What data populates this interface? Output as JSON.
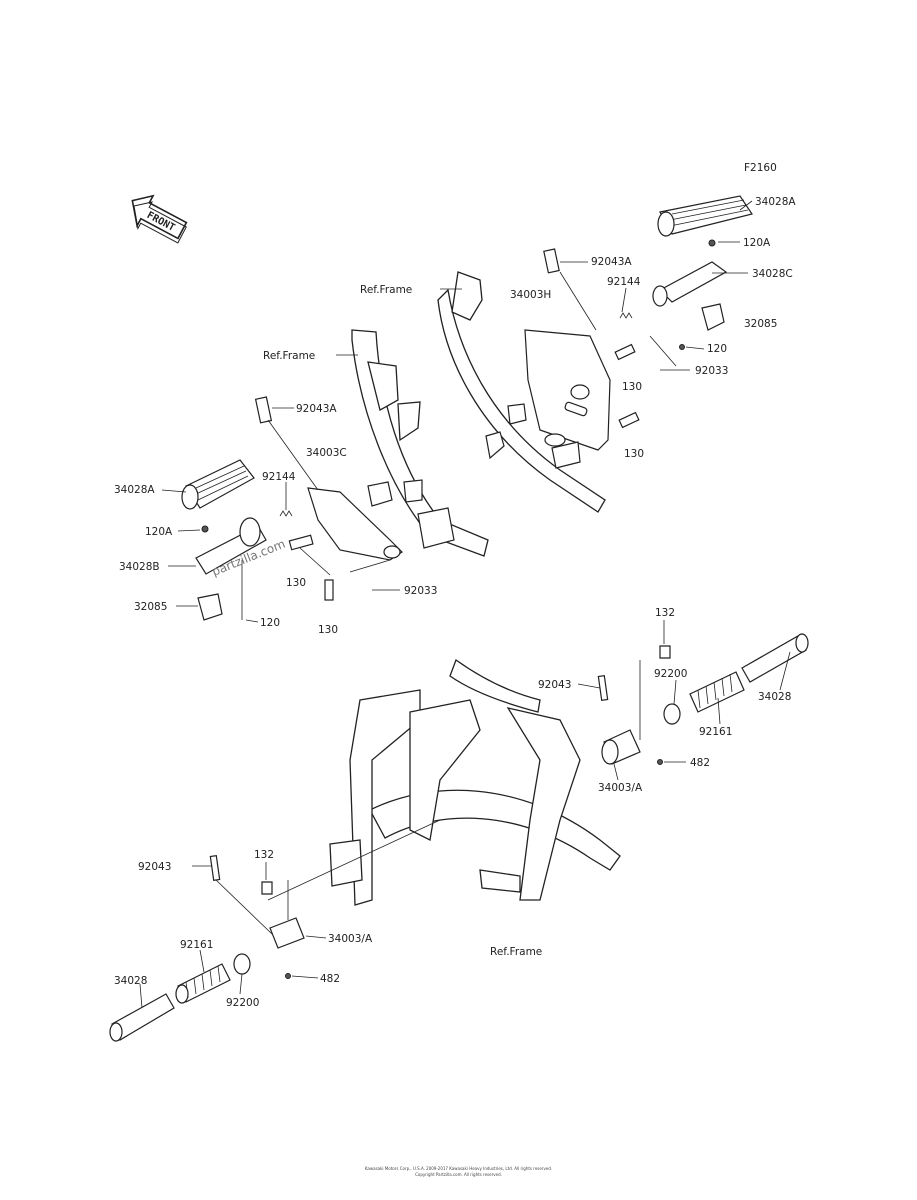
{
  "figure_code": "F2160",
  "front_badge": "FRONT",
  "watermark": "partzilla.com",
  "ref_labels": [
    "Ref.Frame",
    "Ref.Frame",
    "Ref.Frame"
  ],
  "part_labels": {
    "p34028A_r": "34028A",
    "p120A_r": "120A",
    "p34028C_r": "34028C",
    "p32085_r": "32085",
    "p120_r": "120",
    "p92033_r": "92033",
    "p130_r1": "130",
    "p130_r2": "130",
    "p92043A_r": "92043A",
    "p92144_r": "92144",
    "p34003H_r": "34003H",
    "p92043A_l": "92043A",
    "p34003C_l": "34003C",
    "p92144_l": "92144",
    "p34028A_l": "34028A",
    "p120A_l": "120A",
    "p34028B_l": "34028B",
    "p32085_l": "32085",
    "p120_l": "120",
    "p130_l1": "130",
    "p92033_l": "92033",
    "p130_l2": "130",
    "p132_rp": "132",
    "p92200_rp": "92200",
    "p92043_rp": "92043",
    "p34028_rp": "34028",
    "p92161_rp": "92161",
    "p482_rp": "482",
    "p34003A_rp": "34003/A",
    "p92043_lp": "92043",
    "p132_lp": "132",
    "p34003A_lp": "34003/A",
    "p92161_lp": "92161",
    "p482_lp": "482",
    "p34028_lp": "34028",
    "p92200_lp": "92200"
  },
  "footer_line1": "Kawasaki Motors Corp., U.S.A. 2009-2017 Kawasaki Heavy Industries, Ltd. All rights reserved.",
  "footer_line2": "Copyright Partzilla.com. All rights reserved."
}
